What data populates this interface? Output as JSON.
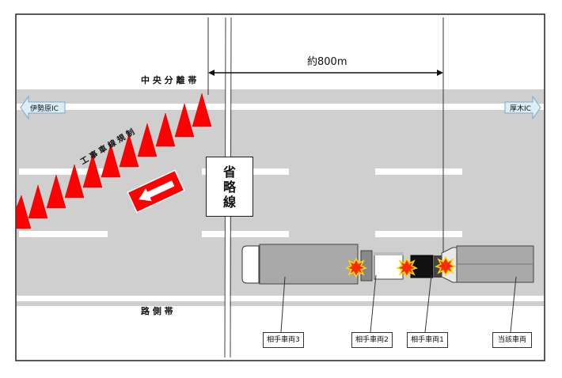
{
  "labels": {
    "median": "中 央 分 離 帯",
    "distance": "約800m",
    "roadside": "路 側 帯",
    "left_ic": "伊勢原IC",
    "right_ic": "厚木IC",
    "omit": [
      "省",
      "略",
      "線"
    ],
    "construction": "工 事 車 線 規 制"
  },
  "vehicles": {
    "v3": "相手車両3",
    "v2": "相手車両2",
    "v1": "相手車両1",
    "own": "当該車両"
  },
  "colors": {
    "road": "#cfcfcf",
    "cone": "#ff0000",
    "truck": "#a9a9a9",
    "impact": "#ff3300",
    "arrow": "#d9eef8"
  }
}
